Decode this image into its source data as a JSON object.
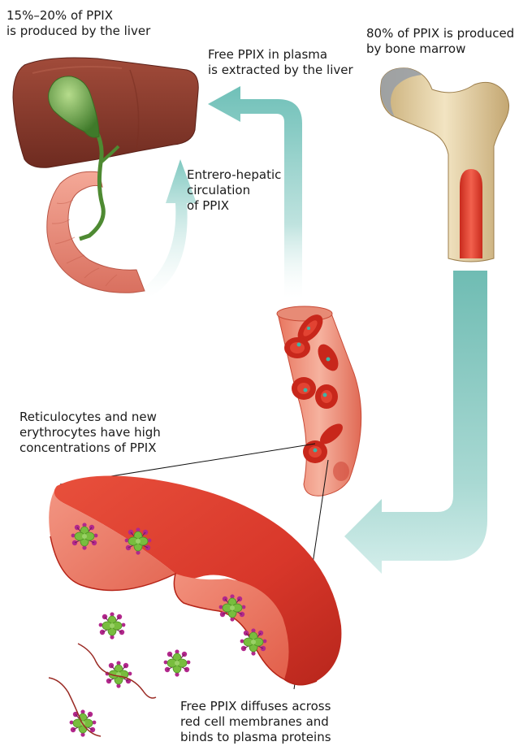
{
  "labels": {
    "liver": [
      "15%–20% of PPIX",
      "is produced by the liver"
    ],
    "marrow": [
      "80% of PPIX is produced",
      "by bone marrow"
    ],
    "plasma": [
      "Free PPIX in plasma",
      "is extracted by the liver"
    ],
    "enterohepatic": [
      "Entrero-hepatic",
      "circulation",
      "of PPIX"
    ],
    "reticulocytes": [
      "Reticulocytes and new",
      "erythrocytes have high",
      "concentrations of PPIX"
    ],
    "diffuses": [
      "Free PPIX diffuses across",
      "red cell membranes and",
      "binds to plasma proteins"
    ]
  },
  "colors": {
    "arrow": "#7ec7c0",
    "liver": "#8a3b2c",
    "gallbladder": "#5f9a3c",
    "bone": "#e8d4a8",
    "marrow": "#e23a2a",
    "rbc": "#d6392a",
    "intestine": "#e8877a",
    "ppix": "#7cc043",
    "protein": "#b2288c"
  },
  "icons": [
    "liver-icon",
    "gallbladder-icon",
    "intestine-icon",
    "femur-bone-icon",
    "blood-vessel-icon",
    "red-blood-cell-icon",
    "ppix-molecule-icon"
  ]
}
